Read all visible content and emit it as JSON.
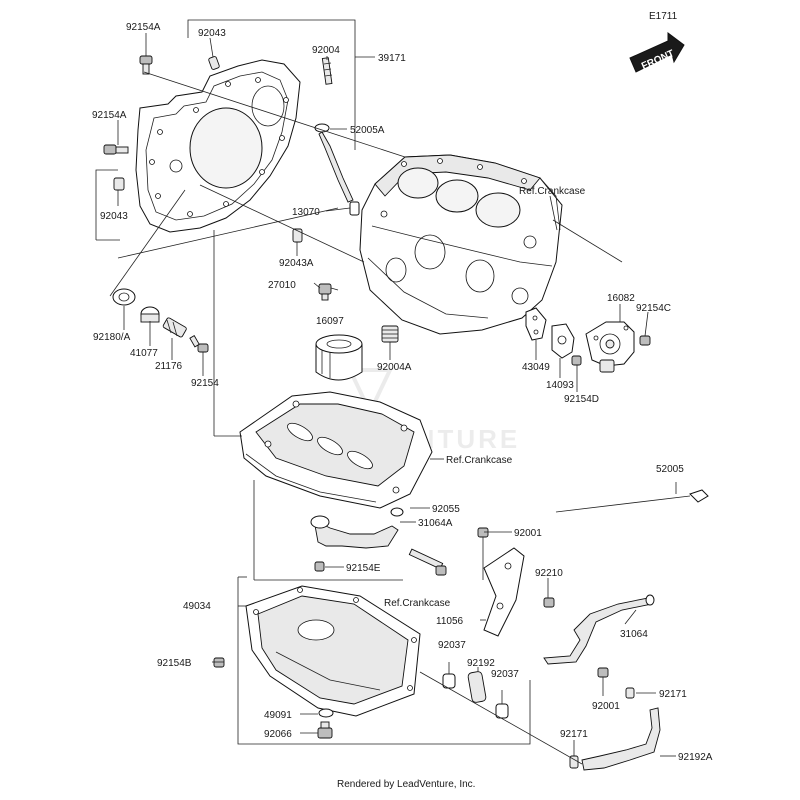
{
  "diagram_code": "E1711",
  "front_label": "FRONT",
  "watermark": "VENTURE",
  "footer": "Rendered by LeadVenture, Inc.",
  "labels": {
    "l_92154A_top": "92154A",
    "l_92043_top": "92043",
    "l_92004": "92004",
    "l_39171": "39171",
    "l_92154A_left": "92154A",
    "l_52005A": "52005A",
    "l_92043_left": "92043",
    "l_13070": "13070",
    "l_92043A": "92043A",
    "l_27010": "27010",
    "l_ref_crankcase_1": "Ref.Crankcase",
    "l_16082": "16082",
    "l_92154C": "92154C",
    "l_92180A": "92180/A",
    "l_41077": "41077",
    "l_21176": "21176",
    "l_92154": "92154",
    "l_16097": "16097",
    "l_92004A": "92004A",
    "l_43049": "43049",
    "l_14093": "14093",
    "l_92154D": "92154D",
    "l_ref_crankcase_2": "Ref.Crankcase",
    "l_52005": "52005",
    "l_92055": "92055",
    "l_31064A": "31064A",
    "l_92001_top": "92001",
    "l_92154E": "92154E",
    "l_92210": "92210",
    "l_ref_crankcase_3": "Ref.Crankcase",
    "l_11056": "11056",
    "l_49034": "49034",
    "l_31064": "31064",
    "l_92037_a": "92037",
    "l_92192": "92192",
    "l_92037_b": "92037",
    "l_92154B": "92154B",
    "l_92001_bottom": "92001",
    "l_92171_right": "92171",
    "l_49091": "49091",
    "l_92171_bottom": "92171",
    "l_92066": "92066",
    "l_92192A": "92192A"
  }
}
